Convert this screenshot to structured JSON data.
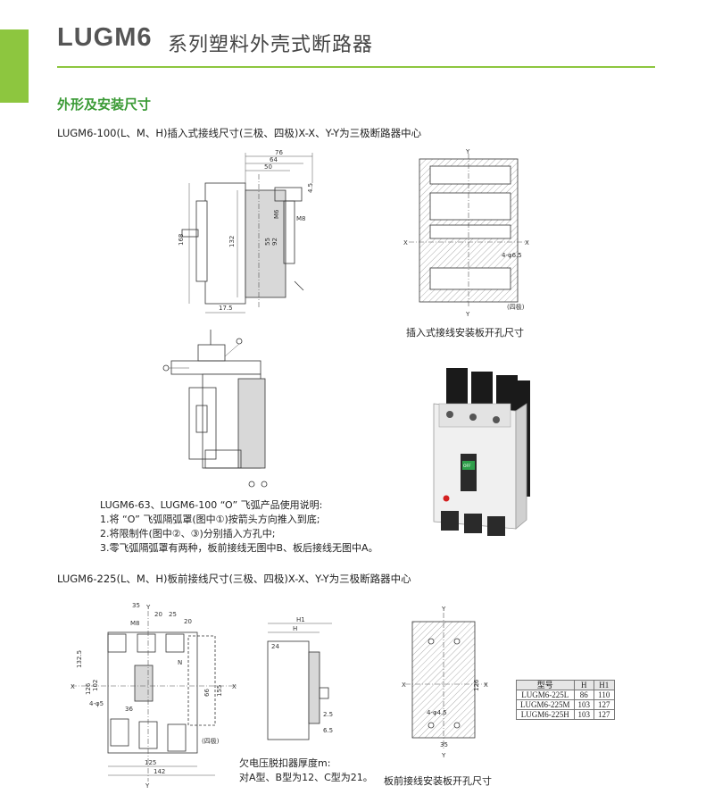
{
  "header": {
    "brand": "LUGM6",
    "title": "系列塑料外壳式断路器"
  },
  "section_title": "外形及安装尺寸",
  "part1": {
    "heading": "LUGM6-100(L、M、H)插入式接线尺寸(三极、四极)X-X、Y-Y为三极断路器中心",
    "drawing1_dims": [
      "76",
      "64",
      "50",
      "4.5",
      "M8",
      "M6",
      "168",
      "132",
      "55",
      "92",
      "17.5"
    ],
    "mount_caption": "插入式接线安装板开孔尺寸",
    "mount_labels": [
      "Y",
      "X",
      "X",
      "Y",
      "4-φ6.5",
      "(四极)"
    ],
    "notes": [
      "LUGM6-63、LUGM6-100 “O” 飞弧产品使用说明:",
      "1.将 “O” 飞弧隔弧罩(图中①)按箭头方向推入到底;",
      "2.将限制件(图中②、③)分别插入方孔中;",
      "3.零飞弧隔弧罩有两种，板前接线无图中B、板后接线无图中A。"
    ],
    "breaker_off_label": "OFF"
  },
  "part2": {
    "heading": "LUGM6-225(L、M、H)板前接线尺寸(三极、四极)X-X、Y-Y为三极断路器中心",
    "front_labels": [
      "Y",
      "X",
      "X",
      "Y",
      "M8",
      "35",
      "20",
      "25",
      "20",
      "N",
      "4-φ5",
      "(四极)",
      "132.5",
      "126",
      "102",
      "66",
      "155",
      "36",
      "125",
      "142"
    ],
    "side_labels": [
      "H1",
      "H",
      "24",
      "2.5",
      "6.5"
    ],
    "mount_labels": [
      "Y",
      "X",
      "X",
      "Y",
      "4-φ4.5",
      "126",
      "35"
    ],
    "side_caption_line1": "欠电压脱扣器厚度m:",
    "side_caption_line2": "对A型、B型为12、C型为21。",
    "mount_caption": "板前接线安装板开孔尺寸",
    "table": {
      "headers": [
        "型号",
        "H",
        "H1"
      ],
      "rows": [
        [
          "LUGM6-225L",
          "86",
          "110"
        ],
        [
          "LUGM6-225M",
          "103",
          "127"
        ],
        [
          "LUGM6-225H",
          "103",
          "127"
        ]
      ]
    }
  },
  "colors": {
    "accent_green": "#8dc63f",
    "section_green": "#3a9a35",
    "breaker_body": "#f0f0f0",
    "terminal_black": "#1a1a1a",
    "off_green": "#2e9e4a",
    "indicator_red": "#d42020"
  }
}
